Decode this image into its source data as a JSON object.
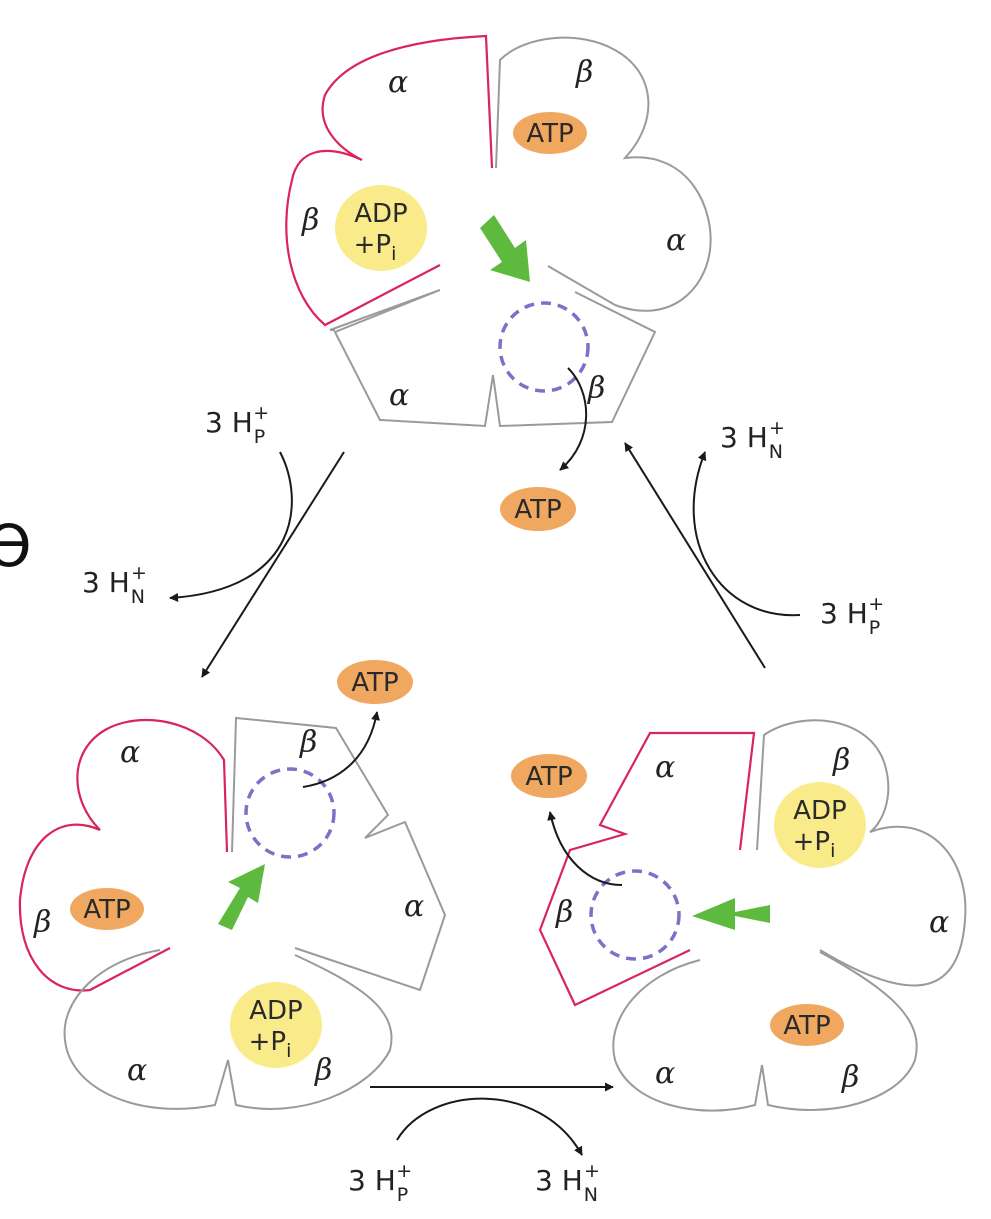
{
  "subunits": {
    "alpha": "α",
    "beta": "β"
  },
  "molecules": {
    "atp": "ATP",
    "adp": "ADP",
    "pi_prefix": "+P",
    "pi_sub": "i"
  },
  "protons": {
    "coef": "3 H",
    "plus": "+",
    "p_side": "P",
    "n_side": "N"
  },
  "cut_off_glyph": "Ɵ",
  "colors": {
    "outline_gray": "#9a9a9a",
    "outline_red": "#d8265a",
    "atp_fill": "#f0a860",
    "adp_fill": "#faeb8a",
    "green_arrow": "#5dba3f",
    "dashed_circle": "#7b72c8",
    "arrow": "#1a1a1a"
  }
}
